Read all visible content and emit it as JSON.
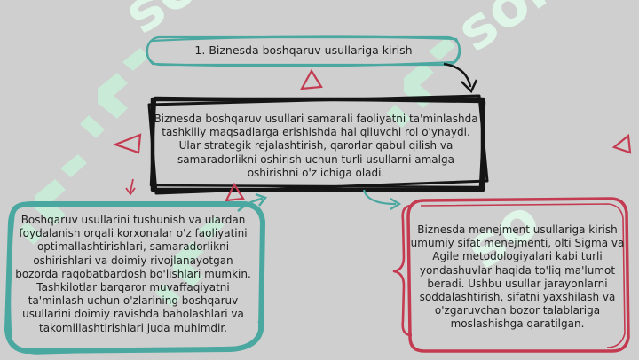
{
  "colors": {
    "background": "#cfcfcf",
    "teal": "#4aa8a0",
    "black": "#151515",
    "crimson": "#c43a50",
    "watermark": "#c8efd8"
  },
  "watermark": {
    "icon": "brand-logo-watermark",
    "text": "sor"
  },
  "title_box": {
    "text": "1. Biznesda boshqaruv usullariga kirish"
  },
  "center_box": {
    "text": "Biznesda boshqaruv usullari samarali faoliyatni ta'minlashda tashkiliy maqsadlarga erishishda hal qiluvchi rol o'ynaydi. Ular strategik rejalashtirish, qarorlar qabul qilish va samaradorlikni oshirish uchun turli usullarni amalga oshirishni o'z ichiga oladi."
  },
  "left_box": {
    "text": "Boshqaruv usullarini tushunish va ulardan foydalanish orqali korxonalar o'z faoliyatini optimallashtirishlari, samaradorlikni oshirishlari va doimiy rivojlanayotgan bozorda raqobatbardosh bo'lishlari mumkin. Tashkilotlar barqaror muvaffaqiyatni ta'minlash uchun o'zlarining boshqaruv usullarini doimiy ravishda baholashlari va takomillashtirishlari juda muhimdir."
  },
  "right_box": {
    "text": "Biznesda menejment usullariga kirish umumiy sifat menejmenti, olti Sigma va Agile metodologiyalari kabi turli yondashuvlar haqida to'liq ma'lumot beradi. Ushbu usullar jarayonlarni soddalashtirish, sifatni yaxshilash va o'zgaruvchan bozor talablariga moslashishga qaratilgan."
  }
}
